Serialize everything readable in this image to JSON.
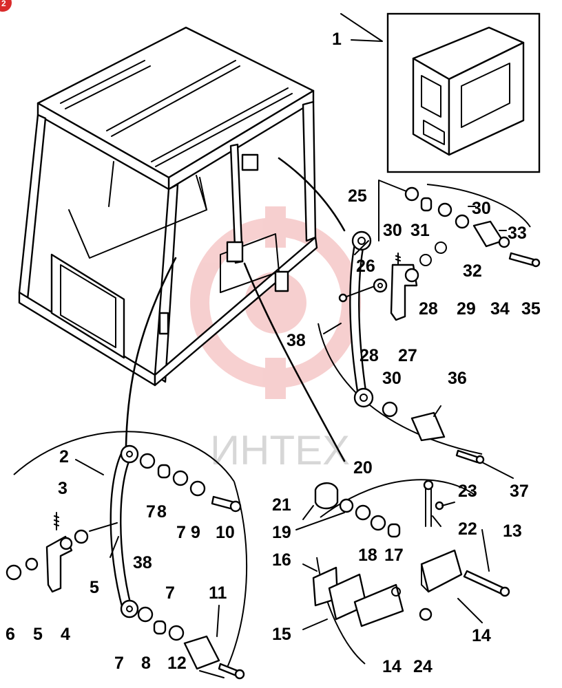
{
  "watermark": {
    "text": "ИНТЕХ",
    "color": "#d92b2b"
  },
  "corner_badge": {
    "text": "2",
    "color": "#d92b2b"
  },
  "callouts": [
    {
      "id": "c1",
      "text": "1"
    },
    {
      "id": "c2",
      "text": "2"
    },
    {
      "id": "c3",
      "text": "3"
    },
    {
      "id": "c4",
      "text": "4"
    },
    {
      "id": "c5a",
      "text": "5"
    },
    {
      "id": "c5b",
      "text": "5"
    },
    {
      "id": "c6",
      "text": "6"
    },
    {
      "id": "c7a",
      "text": "7"
    },
    {
      "id": "c7b",
      "text": "7"
    },
    {
      "id": "c7c",
      "text": "7"
    },
    {
      "id": "c7d",
      "text": "7"
    },
    {
      "id": "c8a",
      "text": "8"
    },
    {
      "id": "c8b",
      "text": "8"
    },
    {
      "id": "c9",
      "text": "9"
    },
    {
      "id": "c10",
      "text": "10"
    },
    {
      "id": "c11",
      "text": "11"
    },
    {
      "id": "c12",
      "text": "12"
    },
    {
      "id": "c13",
      "text": "13"
    },
    {
      "id": "c14a",
      "text": "14"
    },
    {
      "id": "c14b",
      "text": "14"
    },
    {
      "id": "c15",
      "text": "15"
    },
    {
      "id": "c16",
      "text": "16"
    },
    {
      "id": "c17",
      "text": "17"
    },
    {
      "id": "c18",
      "text": "18"
    },
    {
      "id": "c19",
      "text": "19"
    },
    {
      "id": "c20",
      "text": "20"
    },
    {
      "id": "c21",
      "text": "21"
    },
    {
      "id": "c22",
      "text": "22"
    },
    {
      "id": "c23",
      "text": "23"
    },
    {
      "id": "c24",
      "text": "24"
    },
    {
      "id": "c25",
      "text": "25"
    },
    {
      "id": "c26",
      "text": "26"
    },
    {
      "id": "c27",
      "text": "27"
    },
    {
      "id": "c28a",
      "text": "28"
    },
    {
      "id": "c28b",
      "text": "28"
    },
    {
      "id": "c29",
      "text": "29"
    },
    {
      "id": "c30a",
      "text": "30"
    },
    {
      "id": "c30b",
      "text": "30"
    },
    {
      "id": "c30c",
      "text": "30"
    },
    {
      "id": "c31",
      "text": "31"
    },
    {
      "id": "c32",
      "text": "32"
    },
    {
      "id": "c33",
      "text": "33"
    },
    {
      "id": "c34",
      "text": "34"
    },
    {
      "id": "c35",
      "text": "35"
    },
    {
      "id": "c36",
      "text": "36"
    },
    {
      "id": "c37",
      "text": "37"
    },
    {
      "id": "c38a",
      "text": "38"
    },
    {
      "id": "c38b",
      "text": "38"
    }
  ]
}
